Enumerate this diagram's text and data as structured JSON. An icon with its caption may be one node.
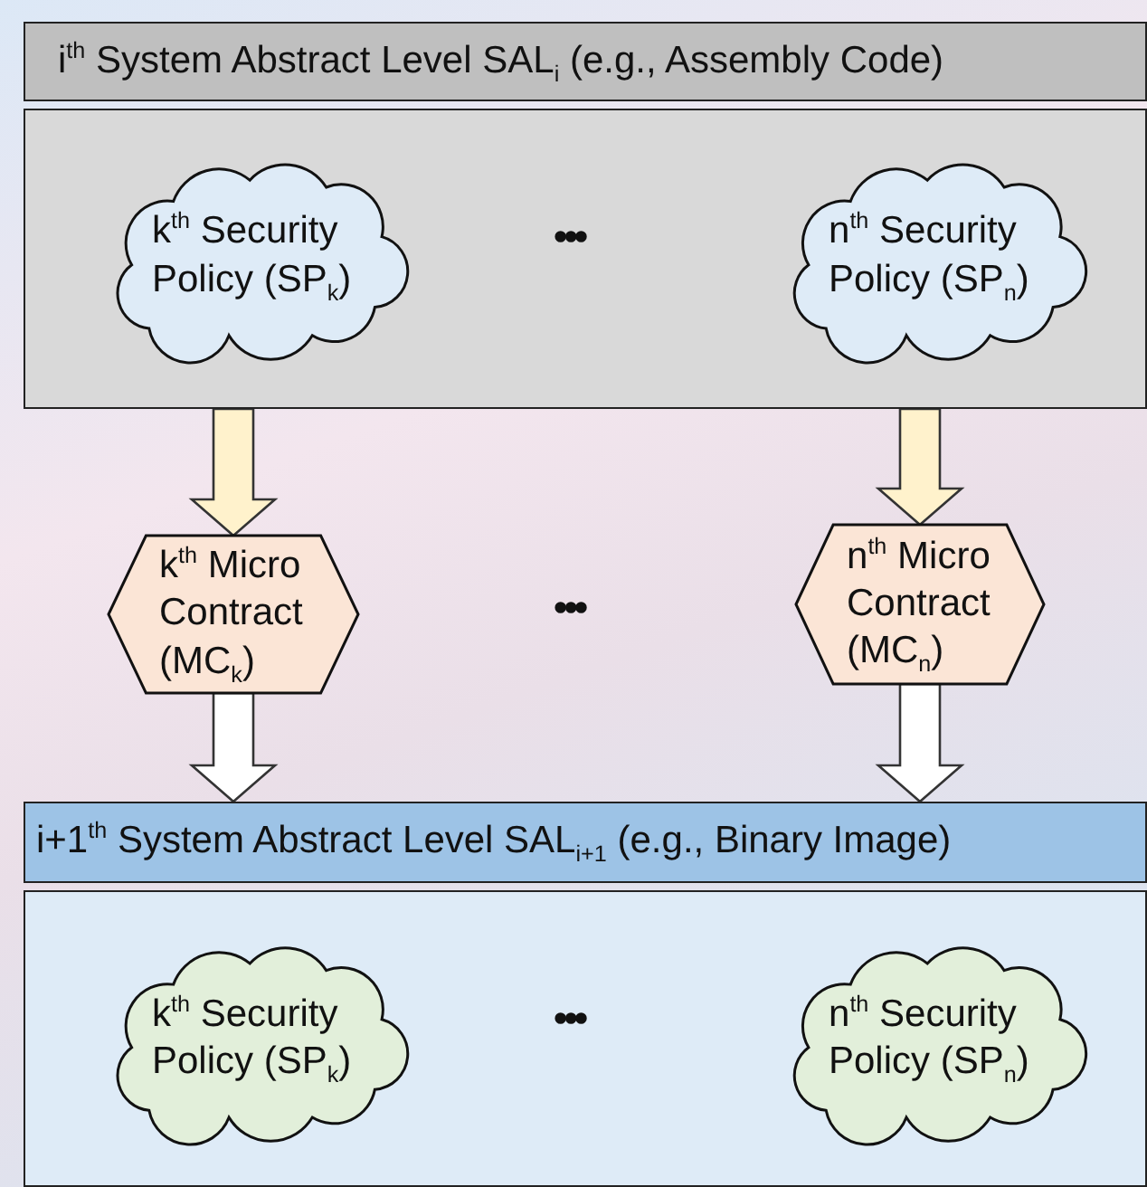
{
  "diagram": {
    "nodes": [
      {
        "text": [
          "i$^{th}$ System Abstract Level SAL$_{i}$ (e.g., Assembly Code)"
        ]
      },
      {
        "text": [],
        "shape": "box"
      },
      {
        "text": [
          "k$^{th}$ Security Policy (SP$_{k}$)"
        ],
        "in": 1
      },
      {
        "text": [
          "n$^{th}$ Security Policy (SP$_{n}$)"
        ],
        "in": 1
      },
      {
        "text": [
          "k$^{th}$ Micro Contract (MC$_{k}$)"
        ]
      },
      {
        "text": [
          "n$^{th}$ Micro Contract (MC$_{n}$)"
        ]
      },
      {
        "text": [
          "i+1$^{th}$ System Abstract Level SAL$_{i+1}$ (e.g., Binary Image)"
        ]
      },
      {
        "text": [],
        "shape": "box"
      },
      {
        "text": [
          "k$^{th}$ Security Policy (SP$_{k}$)"
        ],
        "in": 7
      },
      {
        "text": [
          "n$^{th}$ Security Policy (SP$_{n}$)"
        ],
        "in": 7
      }
    ],
    "edges": [
      {
        "from": 1,
        "to": 4,
        "arrow": "to"
      },
      {
        "from": 1,
        "to": 5,
        "arrow": "to"
      },
      {
        "from": 4,
        "to": 6,
        "arrow": "to",
        "color": "#ffffff"
      },
      {
        "from": 5,
        "to": 6,
        "arrow": "to",
        "color": "#ffffff"
      }
    ],
    "labels": [
      "•••",
      "•••",
      "•••"
    ]
  }
}
